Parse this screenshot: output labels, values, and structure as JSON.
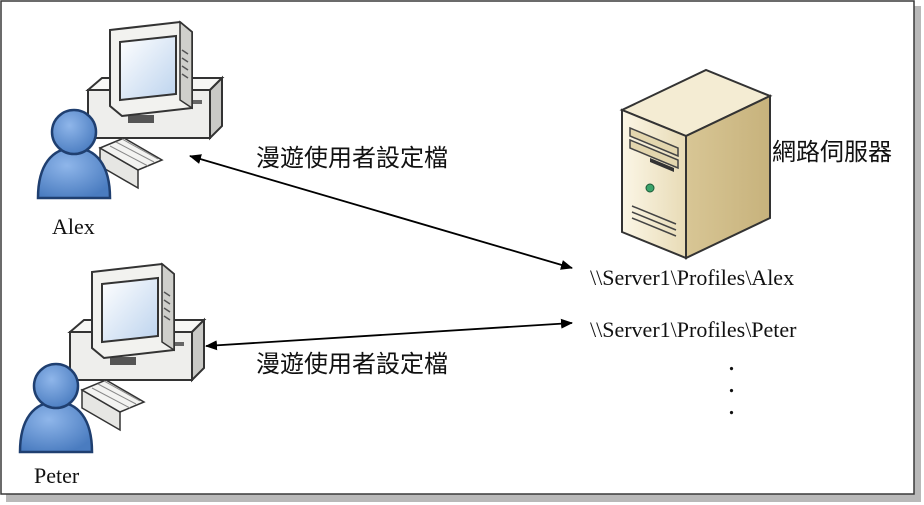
{
  "users": [
    {
      "name": "Alex",
      "link_label": "漫遊使用者設定檔",
      "path": "\\\\Server1\\Profiles\\Alex"
    },
    {
      "name": "Peter",
      "link_label": "漫遊使用者設定檔",
      "path": "\\\\Server1\\Profiles\\Peter"
    }
  ],
  "server": {
    "label": "網路伺服器"
  },
  "more_indicator": [
    ".",
    ".",
    "."
  ],
  "colors": {
    "monitor_body": "#f3f3f1",
    "screen": "#cfe2f7",
    "person_blue": "#5c8fd1",
    "person_dark": "#2f5a96",
    "server_beige": "#efe4c5",
    "server_shadow": "#d9c8a0",
    "arrow": "#000000"
  },
  "icons": {
    "computer": "desktop-computer-icon",
    "user": "user-person-icon",
    "server": "tower-server-icon"
  }
}
